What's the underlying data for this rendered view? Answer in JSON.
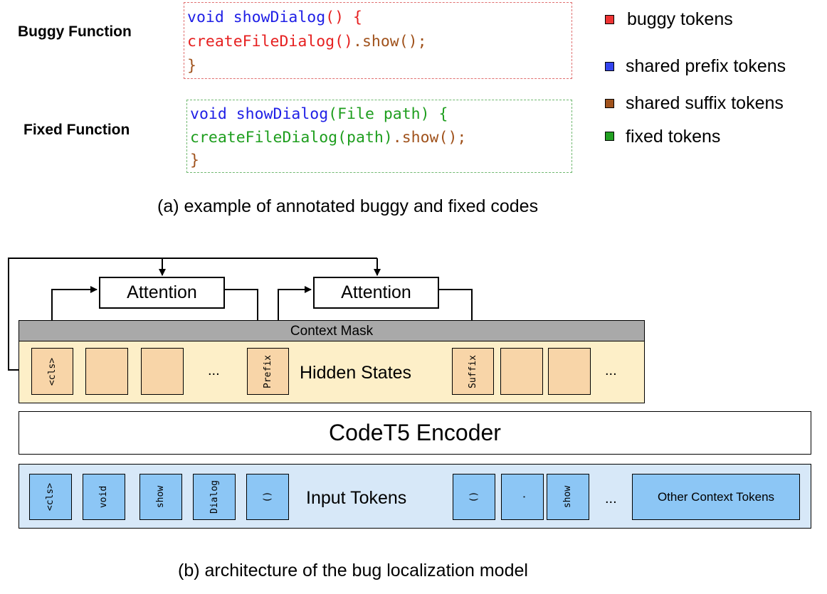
{
  "panel_a": {
    "buggy_label": "Buggy Function",
    "fixed_label": "Fixed Function",
    "buggy_code": {
      "line1_prefix": "void showDialog",
      "line1_bug": "() {",
      "line2_bug": "createFileDialog()",
      "line2_suffix": ".show();",
      "line3": "}"
    },
    "fixed_code": {
      "line1_prefix": "void showDialog",
      "line1_fix": "(File path) {",
      "line2_fix": "createFileDialog(path)",
      "line2_suffix": ".show();",
      "line3": "}"
    },
    "legend": [
      {
        "label": "buggy tokens",
        "color": "#ee3333"
      },
      {
        "label": "shared prefix tokens",
        "color": "#3344ee"
      },
      {
        "label": "shared suffix tokens",
        "color": "#a0521c"
      },
      {
        "label": "fixed tokens",
        "color": "#22a022"
      }
    ],
    "caption": "(a) example of annotated buggy and fixed codes"
  },
  "panel_b": {
    "attention_label": "Attention",
    "context_mask_label": "Context Mask",
    "hidden_states_label": "Hidden States",
    "hidden_tokens": [
      "<cls>",
      "Prefix",
      "Suffix"
    ],
    "ellipsis": "...",
    "encoder_label": "CodeT5 Encoder",
    "input_tokens_label": "Input Tokens",
    "input_tokens": [
      "<cls>",
      "void",
      "show",
      "Dialog",
      "()",
      "()",
      ".",
      "show"
    ],
    "other_context_label": "Other Context Tokens",
    "caption": "(b) architecture of the bug localization model"
  },
  "colors": {
    "code_blue": "#1f1fe6",
    "code_red": "#e62020",
    "code_brown": "#a0521c",
    "code_green": "#1e9e1e",
    "buggy_border": "#e07070",
    "fixed_border": "#70b870",
    "hidden_bg": "#fdefc8",
    "hidden_token": "#f8d5a8",
    "mask_gray": "#a9a9a9",
    "input_bg": "#d7e8f8",
    "input_token": "#8cc6f5"
  }
}
